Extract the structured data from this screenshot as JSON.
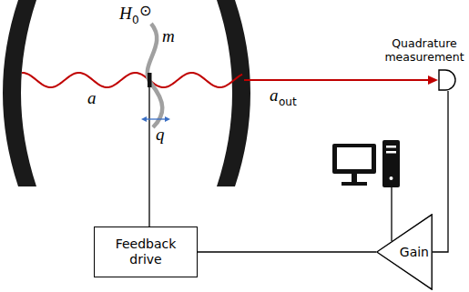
{
  "diagram": {
    "nodes": [
      {
        "text": [
          "Quadrature measurement"
        ]
      },
      {
        "text": [
          "Gain"
        ]
      },
      {
        "text": [
          "Feedback drive"
        ]
      }
    ],
    "edges": [
      {
        "from": 0,
        "to": 1,
        "arrow": "none"
      },
      {
        "from": 1,
        "to": 2,
        "arrow": "none"
      }
    ],
    "labels": [
      "H",
      "0",
      "⊙",
      "m",
      "a",
      "q",
      "a",
      "out"
    ]
  }
}
